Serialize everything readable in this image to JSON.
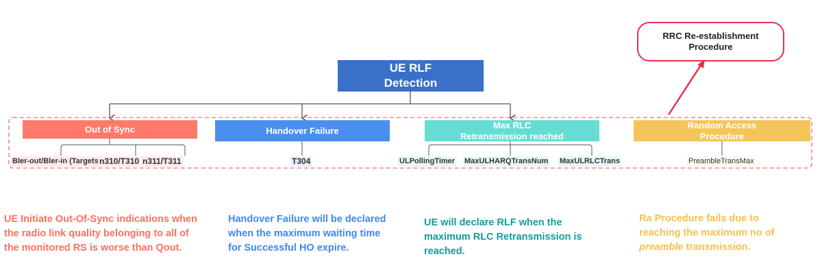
{
  "root": {
    "label_line1": "UE RLF",
    "label_line2": "Detection",
    "color": "#3a70c8"
  },
  "rrc": {
    "label_line1": "RRC Re-establishment",
    "label_line2": "Procedure",
    "border_color": "#e8304a"
  },
  "categories": [
    {
      "label": "Out of Sync",
      "color": "#ff7a6b",
      "leaves": [
        "Bler-out/Bler-in (Targets)",
        "n310/T310",
        "n311/T311"
      ]
    },
    {
      "label": "Handover Failure",
      "color": "#4a8fef",
      "leaves": [
        "T304"
      ]
    },
    {
      "label_line1": "Max RLC",
      "label_line2": "Retransmission reached",
      "color": "#66ddd4",
      "leaves": [
        "ULPollingTimer",
        "MaxULHARQTransNum",
        "MaxULRLCTrans"
      ]
    },
    {
      "label_line1": "Random Access",
      "label_line2": "Procedure",
      "color": "#f5c55a",
      "leaves": [
        "PreambleTransMax"
      ]
    }
  ],
  "descriptions": [
    {
      "color": "#ff6f5f",
      "lines": [
        "UE Initiate Out-Of-Sync indications when",
        "the radio link quality belonging to all of",
        "the monitored RS is worse than Qout."
      ]
    },
    {
      "color": "#3f87ee",
      "lines": [
        "Handover Failure will be declared",
        "when the maximum waiting time",
        "for Successful HO expire."
      ]
    },
    {
      "color": "#159a9c",
      "lines": [
        "UE will declare RLF when the",
        "maximum RLC Retransmission is",
        "reached."
      ]
    },
    {
      "color": "#f7c050",
      "line1": "Ra Procedure fails due to",
      "line2": "reaching the maximum no of",
      "line3_em": "preamble",
      "line3_rest": " transmission."
    }
  ]
}
